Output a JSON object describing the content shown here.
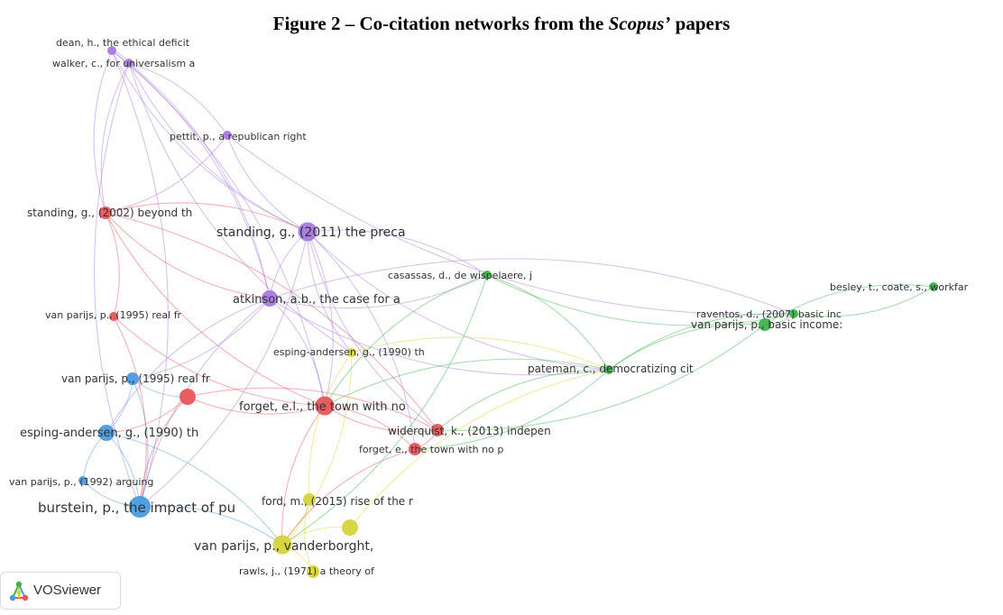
{
  "figure": {
    "title_prefix": "Figure 2 – Co-citation networks from the ",
    "title_italic": "Scopus’",
    "title_suffix": " papers"
  },
  "app": {
    "name": "VOSviewer",
    "icon": "vosviewer-logo-icon"
  },
  "clusters": {
    "red": "#e8555a",
    "green": "#3cb44b",
    "blue": "#4a9be0",
    "yellow": "#d4d43a",
    "purple": "#a779e0"
  },
  "nodes": [
    {
      "id": "dean",
      "label": "dean, h., the ethical deficit",
      "cluster": "purple",
      "weight": 1
    },
    {
      "id": "walker",
      "label": "walker, c., for universalism a",
      "cluster": "purple",
      "weight": 1
    },
    {
      "id": "pettit",
      "label": "pettit, p., a republican right",
      "cluster": "purple",
      "weight": 1
    },
    {
      "id": "standing2002",
      "label": "standing, g., (2002) beyond th",
      "cluster": "red",
      "weight": 2
    },
    {
      "id": "standing2011",
      "label": "standing, g., (2011) the preca",
      "cluster": "purple",
      "weight": 4
    },
    {
      "id": "casassas",
      "label": "casassas, d., de wispelaere, j",
      "cluster": "green",
      "weight": 1
    },
    {
      "id": "besley",
      "label": "besley, t., coate, s., workfar",
      "cluster": "green",
      "weight": 1
    },
    {
      "id": "raventos",
      "label": "raventos, d., (2007) basic inc",
      "cluster": "green",
      "weight": 1
    },
    {
      "id": "atkinson",
      "label": "atkinson, a.b., the case for a",
      "cluster": "purple",
      "weight": 3
    },
    {
      "id": "vanparijs1995r",
      "label": "van parijs, p., (1995) real fr",
      "cluster": "red",
      "weight": 1
    },
    {
      "id": "vanparijsbasic",
      "label": "van parijs, p., basic income:",
      "cluster": "green",
      "weight": 2
    },
    {
      "id": "espingy",
      "label": "esping-andersen, g., (1990) th",
      "cluster": "yellow",
      "weight": 1
    },
    {
      "id": "pateman",
      "label": "pateman, c., democratizing cit",
      "cluster": "green",
      "weight": 1
    },
    {
      "id": "vanparijs1995b",
      "label": "van parijs, p., (1995) real fr",
      "cluster": "blue",
      "weight": 2
    },
    {
      "id": "rednode",
      "label": "",
      "cluster": "red",
      "weight": 3
    },
    {
      "id": "forgetel",
      "label": "forget, e.l., the town with no",
      "cluster": "red",
      "weight": 4
    },
    {
      "id": "widerquist",
      "label": "widerquist, k., (2013) indepen",
      "cluster": "red",
      "weight": 2
    },
    {
      "id": "espingb",
      "label": "esping-andersen, g., (1990) th",
      "cluster": "blue",
      "weight": 3
    },
    {
      "id": "forgete",
      "label": "forget, e., the town with no p",
      "cluster": "red",
      "weight": 2
    },
    {
      "id": "vanparijs1992",
      "label": "van parijs, p., (1992) arguing",
      "cluster": "blue",
      "weight": 1
    },
    {
      "id": "burstein",
      "label": "burstein, p., the impact of pu",
      "cluster": "blue",
      "weight": 5
    },
    {
      "id": "ford",
      "label": "ford, m., (2015) rise of the r",
      "cluster": "yellow",
      "weight": 2
    },
    {
      "id": "yellowsmall",
      "label": "",
      "cluster": "yellow",
      "weight": 3
    },
    {
      "id": "vanparijsvdb",
      "label": "van parijs, p., vanderborght,",
      "cluster": "yellow",
      "weight": 4
    },
    {
      "id": "rawls",
      "label": "rawls, j., (1971) a theory of",
      "cluster": "yellow",
      "weight": 2
    }
  ],
  "links": [
    [
      "dean",
      "standing2011"
    ],
    [
      "dean",
      "atkinson"
    ],
    [
      "dean",
      "standing2002"
    ],
    [
      "dean",
      "walker"
    ],
    [
      "walker",
      "standing2011"
    ],
    [
      "walker",
      "atkinson"
    ],
    [
      "walker",
      "standing2002"
    ],
    [
      "walker",
      "pettit"
    ],
    [
      "walker",
      "burstein"
    ],
    [
      "dean",
      "burstein"
    ],
    [
      "walker",
      "espingy"
    ],
    [
      "dean",
      "forgetel"
    ],
    [
      "pettit",
      "standing2011"
    ],
    [
      "pettit",
      "standing2002"
    ],
    [
      "pettit",
      "raventos"
    ],
    [
      "standing2002",
      "standing2011"
    ],
    [
      "standing2002",
      "atkinson"
    ],
    [
      "standing2002",
      "vanparijs1995r"
    ],
    [
      "standing2002",
      "forgetel"
    ],
    [
      "standing2002",
      "widerquist"
    ],
    [
      "standing2011",
      "atkinson"
    ],
    [
      "standing2011",
      "forgetel"
    ],
    [
      "standing2011",
      "widerquist"
    ],
    [
      "standing2011",
      "burstein"
    ],
    [
      "standing2011",
      "espingy"
    ],
    [
      "standing2011",
      "casassas"
    ],
    [
      "standing2011",
      "pateman"
    ],
    [
      "standing2011",
      "forgete"
    ],
    [
      "atkinson",
      "burstein"
    ],
    [
      "atkinson",
      "vanparijs1995b"
    ],
    [
      "atkinson",
      "espingb"
    ],
    [
      "atkinson",
      "raventos"
    ],
    [
      "atkinson",
      "casassas"
    ],
    [
      "atkinson",
      "forgetel"
    ],
    [
      "atkinson",
      "pateman"
    ],
    [
      "casassas",
      "pateman"
    ],
    [
      "casassas",
      "raventos"
    ],
    [
      "casassas",
      "vanparijsvdb"
    ],
    [
      "raventos",
      "besley"
    ],
    [
      "raventos",
      "vanparijsbasic"
    ],
    [
      "raventos",
      "pateman"
    ],
    [
      "vanparijsbasic",
      "besley"
    ],
    [
      "vanparijsbasic",
      "pateman"
    ],
    [
      "vanparijsbasic",
      "widerquist"
    ],
    [
      "pateman",
      "widerquist"
    ],
    [
      "pateman",
      "forgete"
    ],
    [
      "pateman",
      "forgetel"
    ],
    [
      "vanparijs1995b",
      "espingb"
    ],
    [
      "vanparijs1995b",
      "rednode"
    ],
    [
      "vanparijs1995b",
      "burstein"
    ],
    [
      "rednode",
      "forgetel"
    ],
    [
      "rednode",
      "espingb"
    ],
    [
      "rednode",
      "burstein"
    ],
    [
      "rednode",
      "widerquist"
    ],
    [
      "forgetel",
      "widerquist"
    ],
    [
      "forgetel",
      "forgete"
    ],
    [
      "forgetel",
      "vanparijsvdb"
    ],
    [
      "espingb",
      "burstein"
    ],
    [
      "espingb",
      "vanparijs1992"
    ],
    [
      "espingb",
      "vanparijsvdb"
    ],
    [
      "vanparijs1992",
      "burstein"
    ],
    [
      "burstein",
      "vanparijsvdb"
    ],
    [
      "espingy",
      "ford"
    ],
    [
      "espingy",
      "vanparijsvdb"
    ],
    [
      "ford",
      "rawls"
    ],
    [
      "ford",
      "vanparijsvdb"
    ],
    [
      "yellowsmall",
      "vanparijsvdb"
    ],
    [
      "yellowsmall",
      "pateman"
    ],
    [
      "rawls",
      "vanparijsvdb"
    ],
    [
      "widerquist",
      "forgete"
    ],
    [
      "forgete",
      "vanparijsvdb"
    ],
    [
      "espingy",
      "pateman"
    ],
    [
      "casassas",
      "forgetel"
    ],
    [
      "vanparijs1995r",
      "burstein"
    ],
    [
      "vanparijs1995r",
      "forgetel"
    ]
  ]
}
